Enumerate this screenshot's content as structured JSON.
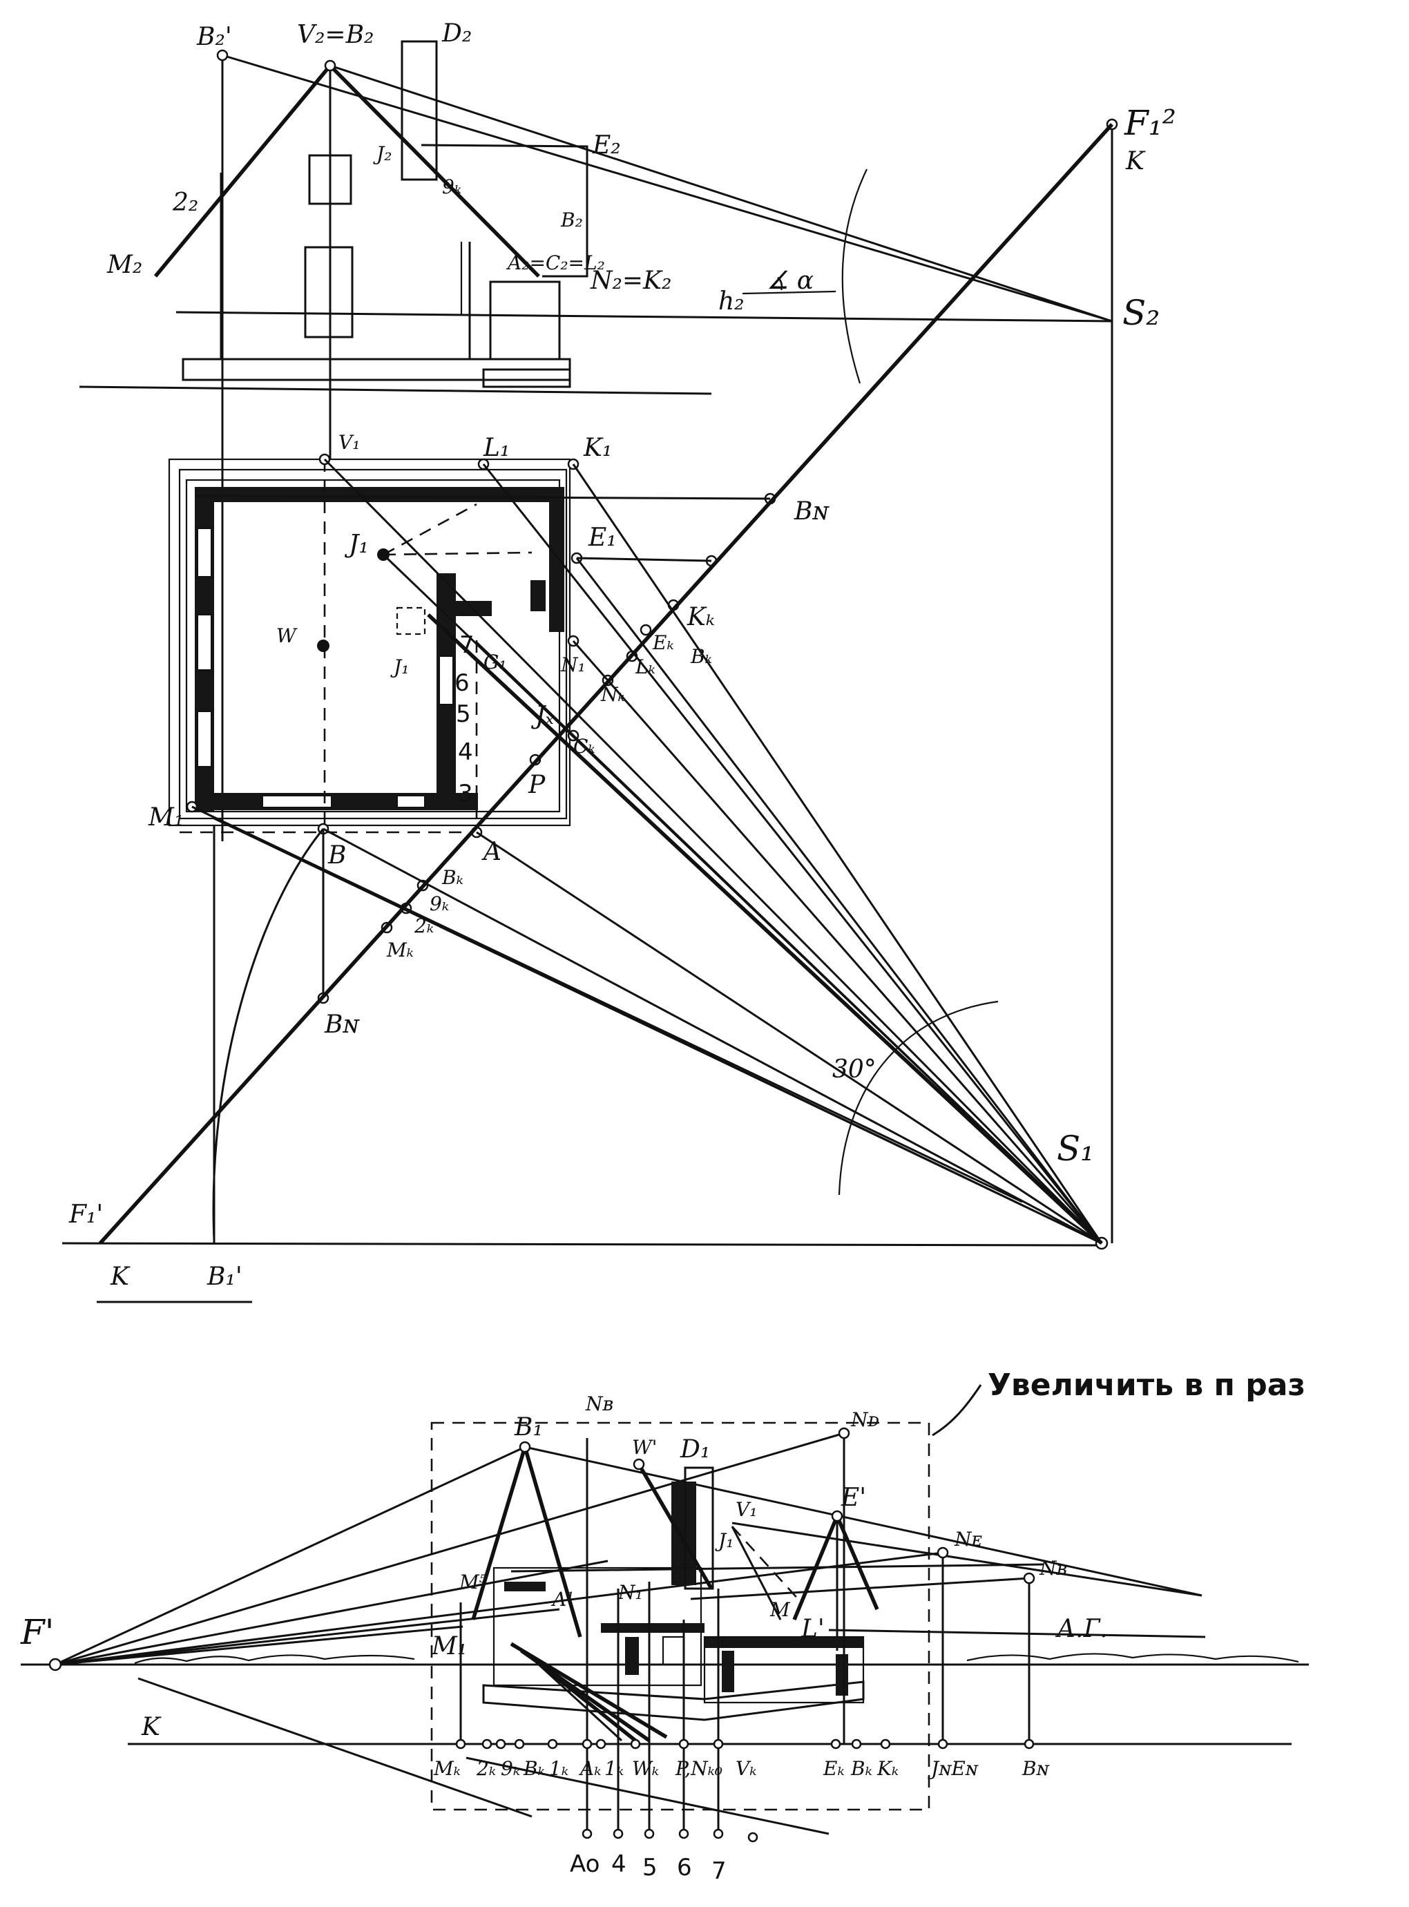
{
  "elevation_labels": {
    "b2_prime": "B₂'",
    "v2_b2": "V₂=B₂",
    "d2": "D₂",
    "e2": "E₂",
    "j2": "J₂",
    "g_k": "9ₖ",
    "z2": "2₂",
    "m2": "M₂",
    "b2_right": "B₂",
    "a2": "A₂=C₂=L₂",
    "n2_k2": "N₂=K₂",
    "h2": "h₂",
    "alpha": "∡ α",
    "s2": "S₂",
    "f1_2": "F₁²",
    "k_top": "K"
  },
  "plan_labels": {
    "v1": "V₁",
    "l1": "L₁",
    "k1": "K₁",
    "b_n_top": "Bɴ",
    "j1": "J₁",
    "e1": "E₁",
    "k_k": "Kₖ",
    "e_k": "Eₖ",
    "b_k_top": "Bₖ",
    "w": "W",
    "j1_low": "J₁",
    "g1": "G₁",
    "n1": "N₁",
    "l_k": "Lₖ",
    "j_x": "Jₓ",
    "n_k": "Nₖ",
    "c_k": "Cₖ",
    "p": "P",
    "m1": "M₁",
    "b": "B",
    "a": "A",
    "b_k": "Bₖ",
    "g_k": "9ₖ",
    "z_k": "2ₖ",
    "m_k": "Mₖ",
    "b_n": "Bɴ",
    "angle": "30°",
    "s1": "S₁",
    "f1_1": "F₁'",
    "k_bottom": "K",
    "b1_prime": "B₁'",
    "nums": [
      "7",
      "6",
      "5",
      "4",
      "3"
    ]
  },
  "perspective_labels": {
    "note": "Увеличить в п раз",
    "f_prime": "F'",
    "b1": "B₁",
    "n_b_top": "Nʙ",
    "w_prime": "W'",
    "d1": "D₁",
    "n_d": "Nᴅ",
    "v1": "V₁",
    "e_prime": "E'",
    "n_e": "Nᴇ",
    "m5": "M⁵",
    "j1": "J₁",
    "a1": "A¹",
    "n1": "N₁",
    "m": "M",
    "l_prime": "L'",
    "n_b_right": "Nʙ",
    "ag": "А.Г.",
    "m1": "M₁",
    "k_line": "K",
    "bottom_row": [
      "Mₖ",
      "2ₖ",
      "9ₖ",
      "Bₖ",
      "1ₖ",
      "Aₖ",
      "1ₖ",
      "Wₖ",
      "P,Nₖ₀",
      "Vₖ",
      "Eₖ",
      "Bₖ",
      "Kₖ",
      "JɴEɴ",
      "Bɴ"
    ],
    "measure_row": [
      "Ao",
      "4",
      "5",
      "6",
      "7"
    ]
  }
}
